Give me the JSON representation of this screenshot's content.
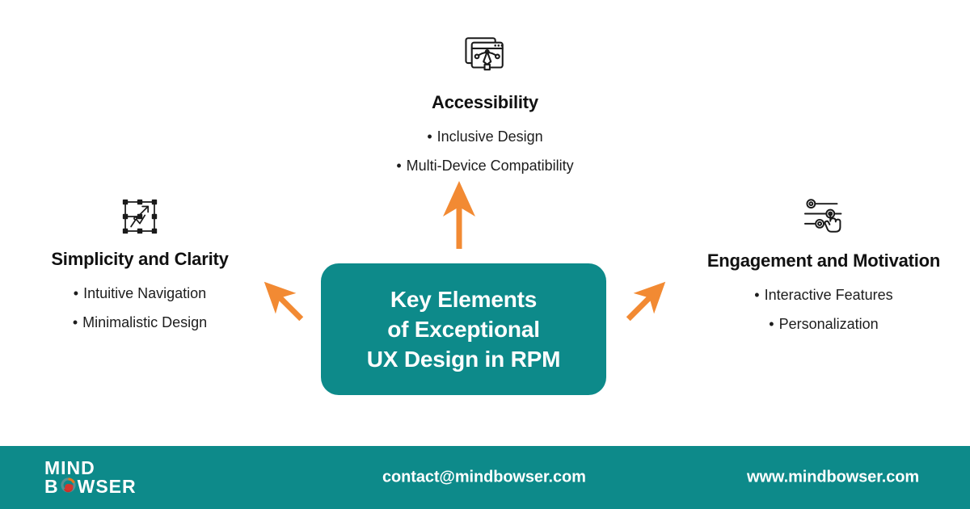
{
  "theme": {
    "teal": "#0d8a8a",
    "orange": "#F28A33",
    "text_dark": "#111111",
    "white": "#ffffff"
  },
  "hub": {
    "line1": "Key Elements",
    "line2": "of Exceptional",
    "line3": "UX Design in RPM"
  },
  "nodes": {
    "top": {
      "icon": "design-window-pen-tool-icon",
      "title": "Accessibility",
      "bullets": [
        "Inclusive Design",
        "Multi-Device Compatibility"
      ]
    },
    "left": {
      "icon": "transform-box-resize-chart-icon",
      "title": "Simplicity and Clarity",
      "bullets": [
        "Intuitive Navigation",
        "Minimalistic Design"
      ]
    },
    "right": {
      "icon": "sliders-hand-cursor-icon",
      "title": "Engagement and Motivation",
      "bullets": [
        "Interactive Features",
        "Personalization"
      ]
    }
  },
  "arrows": {
    "up": "arrow-up-icon",
    "left": "arrow-up-left-icon",
    "right": "arrow-up-right-icon"
  },
  "bullet_glyph": "•",
  "footer": {
    "logo_line1": "MIND",
    "logo_b": "B",
    "logo_rest": "WSER",
    "email": "contact@mindbowser.com",
    "website": "www.mindbowser.com"
  }
}
